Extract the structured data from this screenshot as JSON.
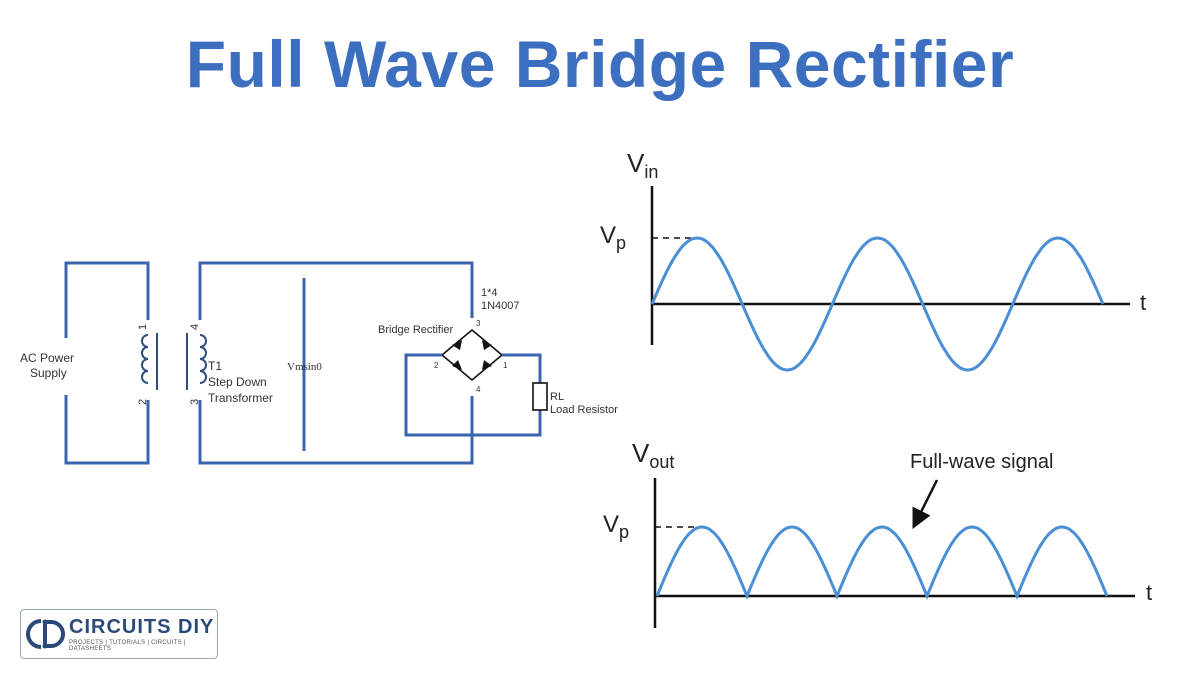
{
  "title": "Full Wave Bridge Rectifier",
  "circuit": {
    "source_label_1": "AC Power",
    "source_label_2": "Supply",
    "transformer_name": "T1",
    "transformer_desc_1": "Step Down",
    "transformer_desc_2": "Transformer",
    "pin_1": "1",
    "pin_2": "2",
    "pin_3": "3",
    "pin_4": "4",
    "voltage_label": "Vmsin0",
    "bridge_label": "Bridge Rectifier",
    "diode_count": "1*4",
    "diode_part": "1N4007",
    "bridge_pin_1": "1",
    "bridge_pin_2": "2",
    "bridge_pin_3": "3",
    "bridge_pin_4": "4",
    "resistor_name": "RL",
    "resistor_desc": "Load Resistor"
  },
  "input_graph": {
    "y_axis_label": "V",
    "y_axis_sub": "in",
    "peak_label": "V",
    "peak_sub": "p",
    "x_axis_label": "t"
  },
  "output_graph": {
    "y_axis_label": "V",
    "y_axis_sub": "out",
    "peak_label": "V",
    "peak_sub": "p",
    "x_axis_label": "t",
    "annotation": "Full-wave signal"
  },
  "logo": {
    "brand": "CIRCUITS DIY",
    "tagline": "PROJECTS | TUTORIALS | CIRCUITS | DATASHEETS"
  }
}
